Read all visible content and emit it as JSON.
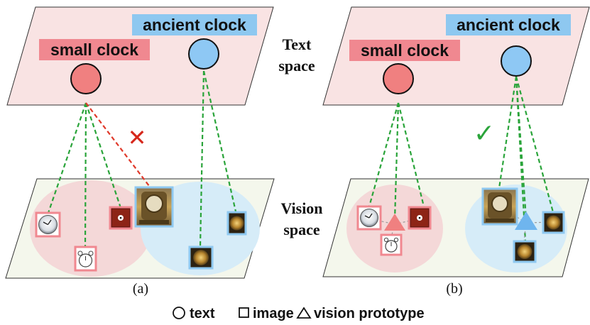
{
  "panel_a": {
    "caption": "(a)",
    "small_label": "small clock",
    "ancient_label": "ancient clock",
    "mismatch_mark": "✕"
  },
  "panel_b": {
    "caption": "(b)",
    "small_label": "small clock",
    "ancient_label": "ancient clock",
    "match_mark": "✓"
  },
  "space_labels": {
    "text_line1": "Text",
    "text_line2": "space",
    "vision_line1": "Vision",
    "vision_line2": "space"
  },
  "legend": {
    "text_item": "text",
    "image_item": "image",
    "prototype_item": "vision prototype"
  },
  "colors": {
    "plane_text_fill": "#f9e3e3",
    "plane_vision_fill": "#f4f7ec",
    "small_clock": "#f08080",
    "ancient_clock": "#8ec8f4",
    "small_label_bg": "#f08890",
    "ancient_label_bg": "#8ec8f0",
    "green_line": "#2aa43a",
    "red_line": "#e0392a",
    "small_cluster": "#f4d8d8",
    "ancient_cluster": "#d6ecf8"
  }
}
